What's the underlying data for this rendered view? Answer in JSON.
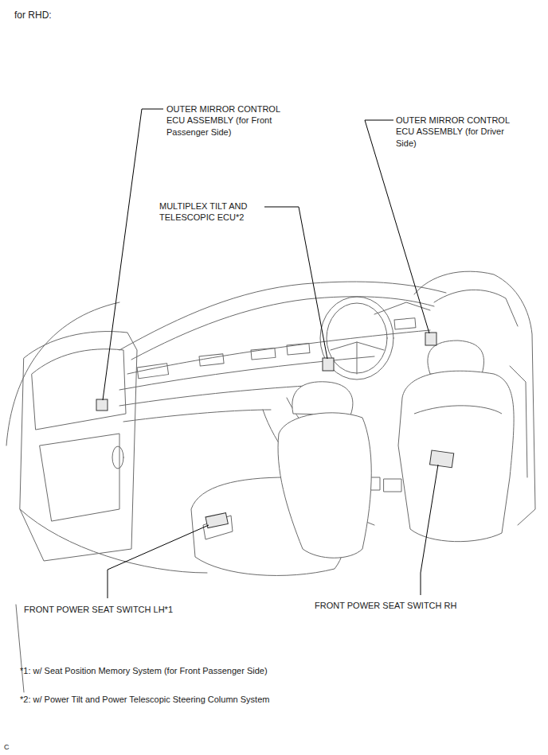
{
  "diagram": {
    "labels": [
      "for RHD:",
      "OUTER MIRROR CONTROL ECU ASSEMBLY (for Front Passenger Side)",
      "OUTER MIRROR CONTROL ECU ASSEMBLY (for Driver Side)",
      "MULTIPLEX TILT AND TELESCOPIC ECU*2",
      "FRONT POWER SEAT SWITCH LH*1",
      "FRONT POWER SEAT SWITCH RH",
      "*1: w/ Seat Position Memory System (for Front Passenger Side)",
      "*2: w/ Power Tilt and Power Telescopic Steering Column System",
      "C"
    ]
  }
}
